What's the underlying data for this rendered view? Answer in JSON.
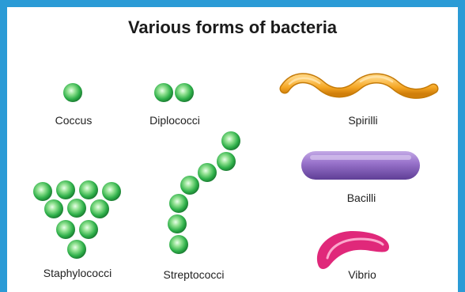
{
  "title": "Various forms of bacteria",
  "forms": {
    "coccus": "Coccus",
    "diplococci": "Diplococci",
    "spirilli": "Spirilli",
    "bacilli": "Bacilli",
    "staphylococci": "Staphylococci",
    "streptococci": "Streptococci",
    "vibrio": "Vibrio"
  },
  "colors": {
    "frame": "#2b9bd6",
    "coccus_green": "#2fb04a",
    "spirilli_orange": "#f5a623",
    "bacilli_purple": "#8a63b8",
    "vibrio_pink": "#e0287a"
  }
}
